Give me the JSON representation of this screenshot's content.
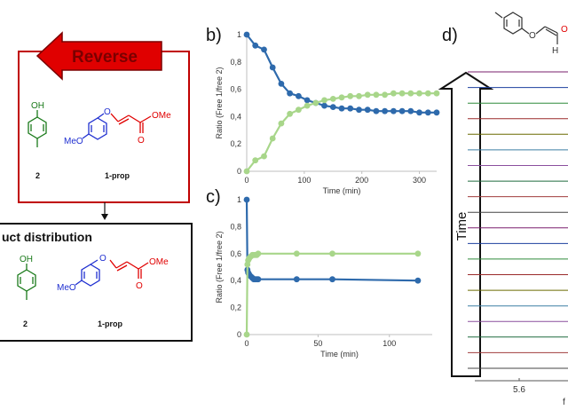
{
  "panels": {
    "b": "b)",
    "c": "c)",
    "d": "d)"
  },
  "scheme": {
    "reverse_label": "Reverse",
    "product_distribution_label": "uct distribution",
    "compound_2_label": "2",
    "compound_1prop_label": "1-prop",
    "oh_text": "OH",
    "meo_text": "MeO",
    "o_text": "O",
    "ome_text": "OMe",
    "h_text": "H",
    "colors": {
      "red": "#e00000",
      "blue": "#1f2fd0",
      "green": "#2e7d32",
      "reverse_text": "#7a0000"
    }
  },
  "nmr": {
    "time_label": "Time",
    "tick_label": "5.6",
    "f_fragment": "f",
    "trace_count": 20
  },
  "chart_data": [
    {
      "id": "b",
      "type": "scatter",
      "xlabel": "Time (min)",
      "ylabel": "Ratio (Free 1/free 2)",
      "xlim": [
        0,
        330
      ],
      "ylim": [
        0,
        1
      ],
      "xticks": [
        0,
        100,
        200,
        300
      ],
      "yticks": [
        0,
        0.2,
        0.4,
        0.6,
        0.8,
        1
      ],
      "ytick_labels": [
        "0",
        "0,2",
        "0,4",
        "0,6",
        "0,8",
        "1"
      ],
      "grid": false,
      "series": [
        {
          "color": "#2e6aac",
          "x": [
            0,
            15,
            30,
            45,
            60,
            75,
            90,
            105,
            120,
            135,
            150,
            165,
            180,
            195,
            210,
            225,
            240,
            255,
            270,
            285,
            300,
            315,
            330
          ],
          "y": [
            1.0,
            0.92,
            0.89,
            0.76,
            0.64,
            0.57,
            0.55,
            0.52,
            0.5,
            0.48,
            0.47,
            0.46,
            0.46,
            0.45,
            0.45,
            0.44,
            0.44,
            0.44,
            0.44,
            0.44,
            0.43,
            0.43,
            0.43
          ]
        },
        {
          "color": "#a8d68a",
          "x": [
            0,
            15,
            30,
            45,
            60,
            75,
            90,
            105,
            120,
            135,
            150,
            165,
            180,
            195,
            210,
            225,
            240,
            255,
            270,
            285,
            300,
            315,
            330
          ],
          "y": [
            0.0,
            0.08,
            0.11,
            0.24,
            0.35,
            0.42,
            0.45,
            0.48,
            0.5,
            0.52,
            0.53,
            0.54,
            0.55,
            0.55,
            0.56,
            0.56,
            0.56,
            0.57,
            0.57,
            0.57,
            0.57,
            0.57,
            0.57
          ]
        }
      ]
    },
    {
      "id": "c",
      "type": "scatter",
      "xlabel": "Time (min)",
      "ylabel": "Ratio (Free 1/free 2)",
      "xlim": [
        0,
        130
      ],
      "ylim": [
        0,
        1
      ],
      "xticks": [
        0,
        50,
        100
      ],
      "yticks": [
        0,
        0.2,
        0.4,
        0.6,
        0.8,
        1
      ],
      "ytick_labels": [
        "0",
        "0,2",
        "0,4",
        "0,6",
        "0,8",
        "1"
      ],
      "grid": false,
      "series": [
        {
          "color": "#2e6aac",
          "x": [
            0,
            0.5,
            1,
            1.5,
            2,
            3,
            4,
            5,
            6,
            7,
            8,
            35,
            60,
            120
          ],
          "y": [
            1.0,
            0.48,
            0.46,
            0.45,
            0.44,
            0.43,
            0.42,
            0.41,
            0.41,
            0.41,
            0.41,
            0.41,
            0.41,
            0.4
          ]
        },
        {
          "color": "#a8d68a",
          "x": [
            0,
            0.5,
            1,
            1.5,
            2,
            3,
            4,
            5,
            6,
            7,
            8,
            35,
            60,
            120
          ],
          "y": [
            0.0,
            0.52,
            0.55,
            0.56,
            0.57,
            0.58,
            0.59,
            0.59,
            0.59,
            0.59,
            0.6,
            0.6,
            0.6,
            0.6
          ]
        }
      ]
    }
  ]
}
